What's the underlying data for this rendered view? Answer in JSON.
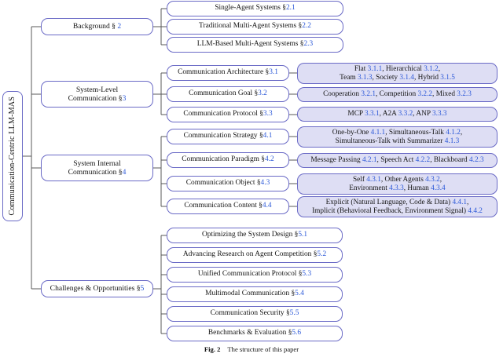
{
  "figure": {
    "caption_label": "Fig. 2",
    "caption_text": "The structure of this paper",
    "colors": {
      "node_border": "#6a6ac6",
      "node_fill_white": "#ffffff",
      "node_fill_lavender": "#dedef4",
      "section_number": "#2b58d8",
      "edge": "#58585a",
      "text": "#141414"
    }
  },
  "root": {
    "label": "Communication-Centric LLM-MAS"
  },
  "branches": [
    {
      "id": "background",
      "label": "Background § 2",
      "label_text": "Background",
      "label_sec": "2",
      "children": [
        {
          "id": "single-agent-systems",
          "text": "Single-Agent Systems §",
          "sec": "2.1",
          "details": null
        },
        {
          "id": "traditional-multi-agent-systems",
          "text": "Traditional Multi-Agent Systems §",
          "sec": "2.2",
          "details": null
        },
        {
          "id": "llm-based-multi-agent-systems",
          "text": "LLM-Based Multi-Agent Systems §",
          "sec": "2.3",
          "details": null
        }
      ]
    },
    {
      "id": "system-level-communication",
      "label": "System-Level\nCommunication §3",
      "children": [
        {
          "id": "communication-architecture",
          "text": "Communication Architecture §",
          "sec": "3.1",
          "details": "Flat 3.1.1, Hierarchical 3.1.2,\nTeam 3.1.3, Society 3.1.4, Hybrid 3.1.5",
          "detail_items": [
            "Flat 3.1.1",
            "Hierarchical 3.1.2",
            "Team 3.1.3",
            "Society 3.1.4",
            "Hybrid 3.1.5"
          ]
        },
        {
          "id": "communication-goal",
          "text": "Communication Goal §",
          "sec": "3.2",
          "details": "Cooperation 3.2.1, Competition 3.2.2, Mixed 3.2.3",
          "detail_items": [
            "Cooperation 3.2.1",
            "Competition 3.2.2",
            "Mixed 3.2.3"
          ]
        },
        {
          "id": "communication-protocol",
          "text": "Communication Protocol §",
          "sec": "3.3",
          "details": "MCP 3.3.1, A2A 3.3.2, ANP 3.3.3",
          "detail_items": [
            "MCP 3.3.1",
            "A2A 3.3.2",
            "ANP 3.3.3"
          ]
        }
      ]
    },
    {
      "id": "system-internal-communication",
      "label": "System Internal\nCommunication §4",
      "children": [
        {
          "id": "communication-strategy",
          "text": "Communication Strategy §",
          "sec": "4.1",
          "details": "One-by-One 4.1.1, Simultaneous-Talk 4.1.2,\nSimultaneous-Talk with Summarizer 4.1.3",
          "detail_items": [
            "One-by-One 4.1.1",
            "Simultaneous-Talk 4.1.2",
            "Simultaneous-Talk with Summarizer 4.1.3"
          ]
        },
        {
          "id": "communication-paradigm",
          "text": "Communication Paradigm §",
          "sec": "4.2",
          "details": "Message Passing 4.2.1, Speech Act 4.2.2, Blackboard 4.2.3",
          "detail_items": [
            "Message Passing 4.2.1",
            "Speech Act 4.2.2",
            "Blackboard 4.2.3"
          ]
        },
        {
          "id": "communication-object",
          "text": "Communication Object §",
          "sec": "4.3",
          "details": "Self 4.3.1, Other Agents 4.3.2,\nEnvironment 4.3.3, Human 4.3.4",
          "detail_items": [
            "Self 4.3.1",
            "Other Agents 4.3.2",
            "Environment 4.3.3",
            "Human 4.3.4"
          ]
        },
        {
          "id": "communication-content",
          "text": "Communication Content §",
          "sec": "4.4",
          "details": "Explicit (Natural Language, Code & Data) 4.4.1,\nImplicit (Behavioral Feedback, Environment Signal) 4.4.2",
          "detail_items": [
            "Explicit (Natural Language, Code & Data) 4.4.1",
            "Implicit (Behavioral Feedback, Environment Signal) 4.4.2"
          ]
        }
      ]
    },
    {
      "id": "challenges-opportunities",
      "label": "Challenges & Opportunities §5",
      "children": [
        {
          "id": "optimizing-the-system-design",
          "text": "Optimizing the System Design §",
          "sec": "5.1",
          "details": null
        },
        {
          "id": "advancing-research-on-agent-competition",
          "text": "Advancing Research on Agent Competition §",
          "sec": "5.2",
          "details": null
        },
        {
          "id": "unified-communication-protocol",
          "text": "Unified Communication Protocol §",
          "sec": "5.3",
          "details": null
        },
        {
          "id": "multimodal-communication",
          "text": "Multimodal Communication §",
          "sec": "5.4",
          "details": null
        },
        {
          "id": "communication-security",
          "text": "Communication Security §",
          "sec": "5.5",
          "details": null
        },
        {
          "id": "benchmarks-evaluation",
          "text": "Benchmarks & Evaluation §",
          "sec": "5.6",
          "details": null
        }
      ]
    }
  ]
}
